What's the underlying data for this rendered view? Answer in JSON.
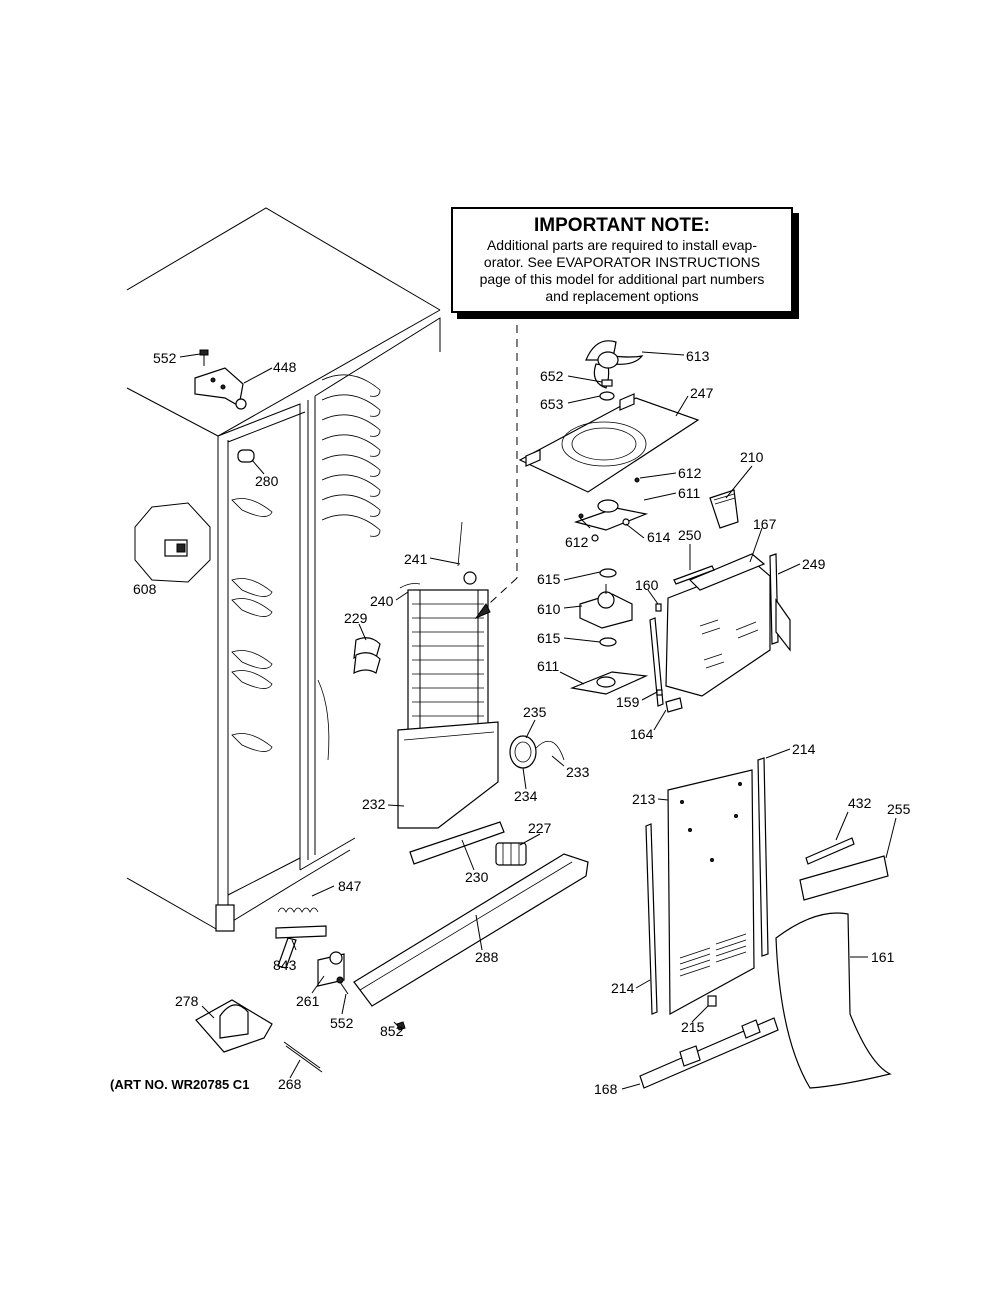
{
  "note": {
    "title": "IMPORTANT NOTE:",
    "lines": [
      "Additional parts are required to install evap-",
      "orator.  See EVAPORATOR INSTRUCTIONS",
      "page of this model for additional part numbers",
      "and replacement options"
    ]
  },
  "art_number": "(ART NO. WR20785 C1",
  "labels": [
    "552",
    "448",
    "280",
    "608",
    "241",
    "240",
    "229",
    "232",
    "235",
    "233",
    "234",
    "227",
    "230",
    "847",
    "843",
    "261",
    "552",
    "852",
    "288",
    "278",
    "268",
    "613",
    "652",
    "653",
    "247",
    "612",
    "611",
    "612",
    "614",
    "210",
    "167",
    "250",
    "249",
    "615",
    "610",
    "615",
    "160",
    "611",
    "159",
    "164",
    "214",
    "213",
    "432",
    "255",
    "161",
    "214",
    "215",
    "168"
  ]
}
